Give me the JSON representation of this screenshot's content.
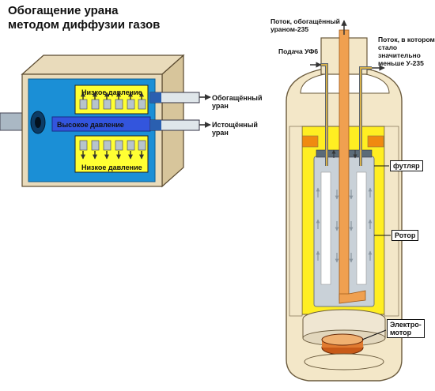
{
  "title": {
    "line1": "Обогащение урана",
    "line2": "методом диффузии газов"
  },
  "diffusion": {
    "low_pressure_top": "Низкое давление",
    "high_pressure": "Высокое давление",
    "low_pressure_bottom": "Низкое давление",
    "enriched_uranium": [
      "Обогащённый",
      "уран"
    ],
    "depleted_uranium": [
      "Истощённый",
      "уран"
    ]
  },
  "centrifuge": {
    "flow_enriched": [
      "Поток, обогащённый",
      "ураном-235"
    ],
    "feed_uf6": "Подача УФ6",
    "flow_depleted": [
      "Поток, в котором",
      "стало",
      "значительно",
      "меньше У-235"
    ],
    "casing": "футляр",
    "rotor": "Ротор",
    "motor": [
      "Электро-",
      "мотор"
    ]
  },
  "colors": {
    "box_blue": "#1b8fd6",
    "box_beige": "#e9dbbb",
    "low_pressure_fill": "#ffff33",
    "high_pressure_fill": "#3355dd",
    "casing_beige": "#f3e7c8",
    "interior_yellow": "#ffee22",
    "rotor_grey": "#c9d1d8",
    "pipe_orange": "#f0a050"
  }
}
